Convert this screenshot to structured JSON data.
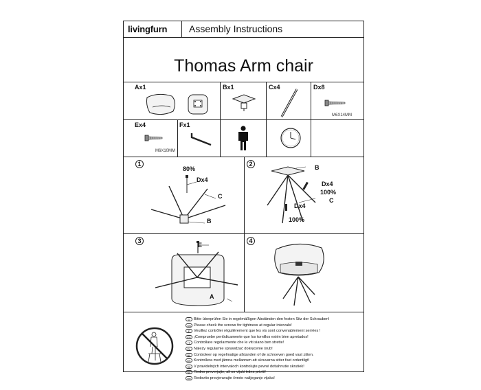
{
  "header": {
    "brand": "livingfurn",
    "title": "Assembly Instructions",
    "product": "Thomas Arm chair"
  },
  "parts": [
    {
      "label": "Ax1",
      "icon": "chair-seat-icon"
    },
    {
      "label": "Bx1",
      "icon": "mounting-plate-icon"
    },
    {
      "label": "Cx4",
      "icon": "leg-icon"
    },
    {
      "label": "Dx8",
      "icon": "screw-icon",
      "spec": "M6X14MM"
    },
    {
      "label": "Ex4",
      "icon": "screw-icon",
      "spec": "M6X10MM"
    },
    {
      "label": "Fx1",
      "icon": "allen-key-icon"
    },
    {
      "label": "",
      "icon": "person-icon"
    },
    {
      "label": "",
      "icon": "clock-icon"
    }
  ],
  "steps": [
    {
      "number": "1",
      "annotations": {
        "pct": "80%",
        "d": "Dx4",
        "c": "C",
        "b": "B"
      }
    },
    {
      "number": "2",
      "annotations": {
        "b": "B",
        "d1": "Dx4",
        "pct1": "100%",
        "c": "C",
        "d2": "Dx4",
        "pct2": "100%"
      }
    },
    {
      "number": "3",
      "annotations": {
        "e": "E",
        "a": "A"
      }
    },
    {
      "number": "4",
      "annotations": {}
    }
  ],
  "notes": [
    {
      "code": "D",
      "text": "Bitte überprüfen Sie in regelmäßigen Abständen den festen Sitz der Schrauben!"
    },
    {
      "code": "GB",
      "text": "Please check the screws for tightness at regular intervals!"
    },
    {
      "code": "F",
      "text": "Veuillez contrôler régulièrement que les vis sont convenablement serrées !"
    },
    {
      "code": "ES",
      "text": "¡Compruebe periódicamente que los tornillos estén bien apretados!"
    },
    {
      "code": "IT",
      "text": "Controllare regolarmente che le viti siano ben strette!"
    },
    {
      "code": "PL",
      "text": "Należy regularnie sprawdzać dokręcenie śrub!"
    },
    {
      "code": "NL",
      "text": "Controleer op regelmatige afstanden of de schroeven goed vast zitten."
    },
    {
      "code": "DK",
      "text": "Kontrollera med jämna mellanrum att skruvarna sitter fast ordentligt!"
    },
    {
      "code": "SK",
      "text": "V pravidelných intervaloch kontrolujte pevné dotiahnutie skrutiek!"
    },
    {
      "code": "SL",
      "text": "Redno preverjajte, ali so vijaki trdno priviti!"
    },
    {
      "code": "HR",
      "text": "Redovito provjeravajte čvrsto nalijeganje vijaka!"
    }
  ],
  "warning_icon": "no-stand-on-chair-icon"
}
